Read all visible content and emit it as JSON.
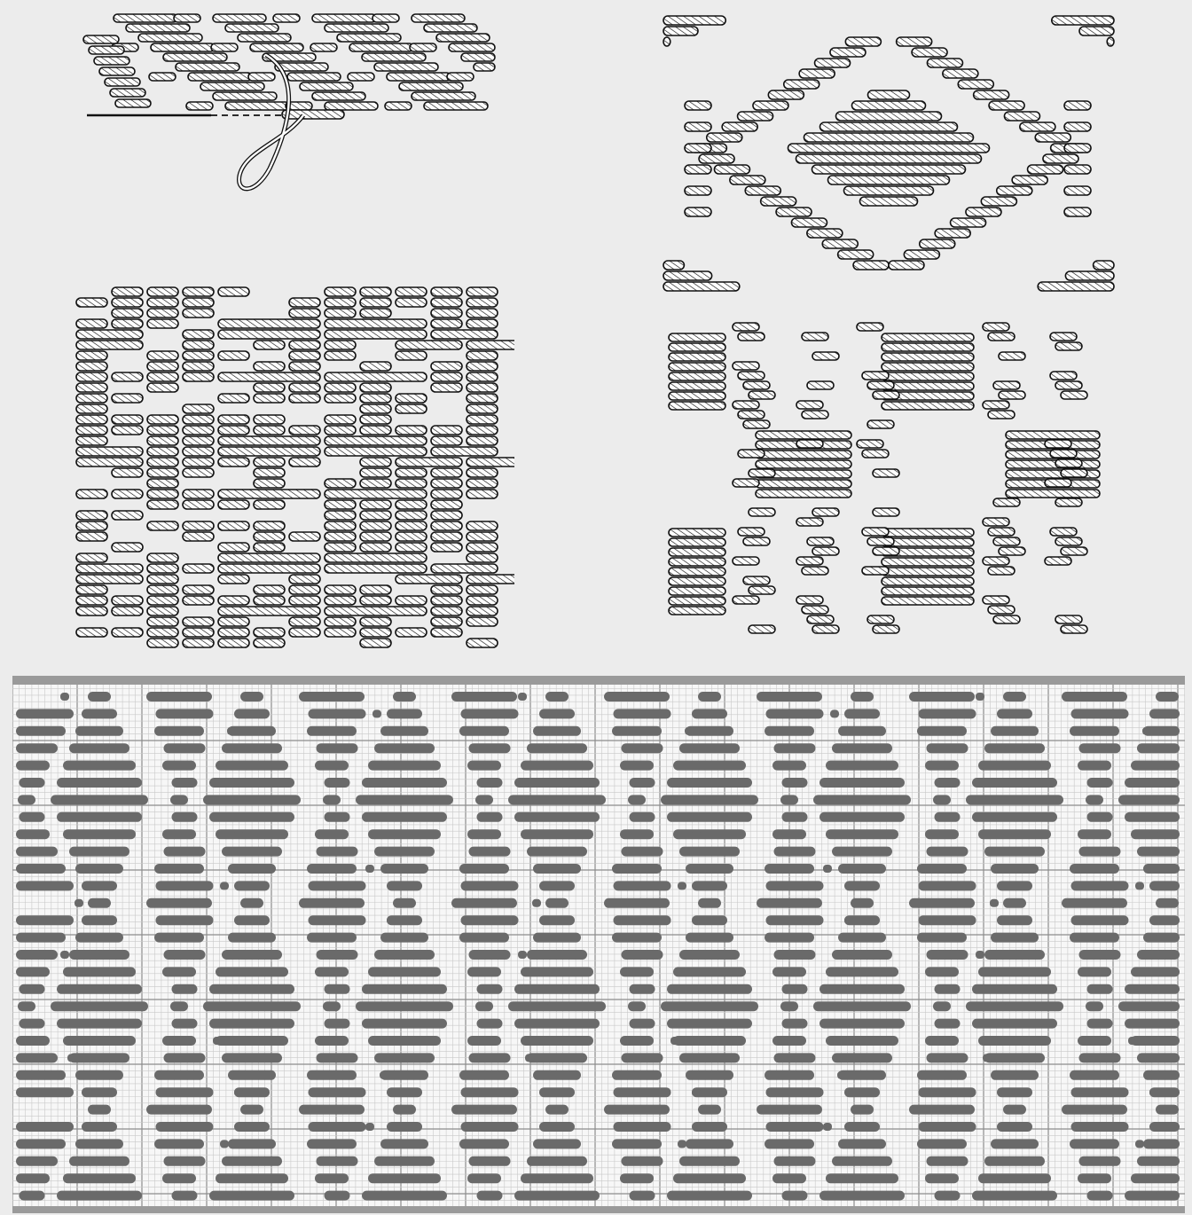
{
  "texts": {},
  "colors": {
    "background": "#ececec",
    "stitch_fill": "#ffffff",
    "ink": "#111111",
    "chart_background": "#f7f7f7",
    "grid_fine": "#c9c9c9",
    "grid_bold": "#8d8d8d",
    "chart_fill": "#6a6a6a"
  },
  "illustrations": [
    {
      "name": "running-stitch-with-needle",
      "kind": "diagonal-bands",
      "shows_needle": true
    },
    {
      "name": "diamond-motif-sample",
      "kind": "concentric-diamond"
    },
    {
      "name": "checkered-block-sample",
      "kind": "checker-bars"
    },
    {
      "name": "lattice-block-sample",
      "kind": "lattice-blocks"
    }
  ],
  "chart": {
    "kind": "graph-paper-pattern",
    "fill": "dark-grey-stitches"
  }
}
